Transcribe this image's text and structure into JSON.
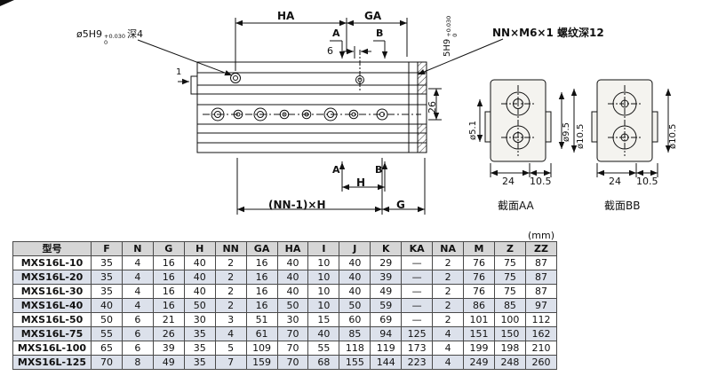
{
  "units_label": "(mm)",
  "drawing": {
    "dims": {
      "ha": "HA",
      "ga": "GA",
      "section_a": "A",
      "section_b": "B",
      "offset_6": "6",
      "tab_1": "1",
      "height_26": "26",
      "pitch_h": "H",
      "pitch_total": "(NN-1)×H",
      "end_g": "G",
      "width_24": "24",
      "width_10_5": "10.5"
    },
    "labels": {
      "pin_hole_prefix": "ø5H9",
      "pin_hole_tol_top": "+0.030",
      "pin_hole_tol_bottom": "0",
      "pin_hole_suffix": "深4",
      "pin_hole_side_prefix": "5H9",
      "thread_spec": "NN×M6×1 螺纹深12",
      "dia_5_1": "ø5.1",
      "dia_9_5": "ø9.5",
      "dia_10_5": "ø10.5",
      "section_aa_caption": "截面AA",
      "section_bb_caption": "截面BB"
    }
  },
  "table": {
    "headers": [
      "型号",
      "F",
      "N",
      "G",
      "H",
      "NN",
      "GA",
      "HA",
      "I",
      "J",
      "K",
      "KA",
      "NA",
      "M",
      "Z",
      "ZZ"
    ],
    "rows": [
      [
        "MXS16L-10",
        "35",
        "4",
        "16",
        "40",
        "2",
        "16",
        "40",
        "10",
        "40",
        "29",
        "—",
        "2",
        "76",
        "75",
        "87"
      ],
      [
        "MXS16L-20",
        "35",
        "4",
        "16",
        "40",
        "2",
        "16",
        "40",
        "10",
        "40",
        "39",
        "—",
        "2",
        "76",
        "75",
        "87"
      ],
      [
        "MXS16L-30",
        "35",
        "4",
        "16",
        "40",
        "2",
        "16",
        "40",
        "10",
        "40",
        "49",
        "—",
        "2",
        "76",
        "75",
        "87"
      ],
      [
        "MXS16L-40",
        "40",
        "4",
        "16",
        "50",
        "2",
        "16",
        "50",
        "10",
        "50",
        "59",
        "—",
        "2",
        "86",
        "85",
        "97"
      ],
      [
        "MXS16L-50",
        "50",
        "6",
        "21",
        "30",
        "3",
        "51",
        "30",
        "15",
        "60",
        "69",
        "—",
        "2",
        "101",
        "100",
        "112"
      ],
      [
        "MXS16L-75",
        "55",
        "6",
        "26",
        "35",
        "4",
        "61",
        "70",
        "40",
        "85",
        "94",
        "125",
        "4",
        "151",
        "150",
        "162"
      ],
      [
        "MXS16L-100",
        "65",
        "6",
        "39",
        "35",
        "5",
        "109",
        "70",
        "55",
        "118",
        "119",
        "173",
        "4",
        "199",
        "198",
        "210"
      ],
      [
        "MXS16L-125",
        "70",
        "8",
        "49",
        "35",
        "7",
        "159",
        "70",
        "68",
        "155",
        "144",
        "223",
        "4",
        "249",
        "248",
        "260"
      ]
    ]
  }
}
